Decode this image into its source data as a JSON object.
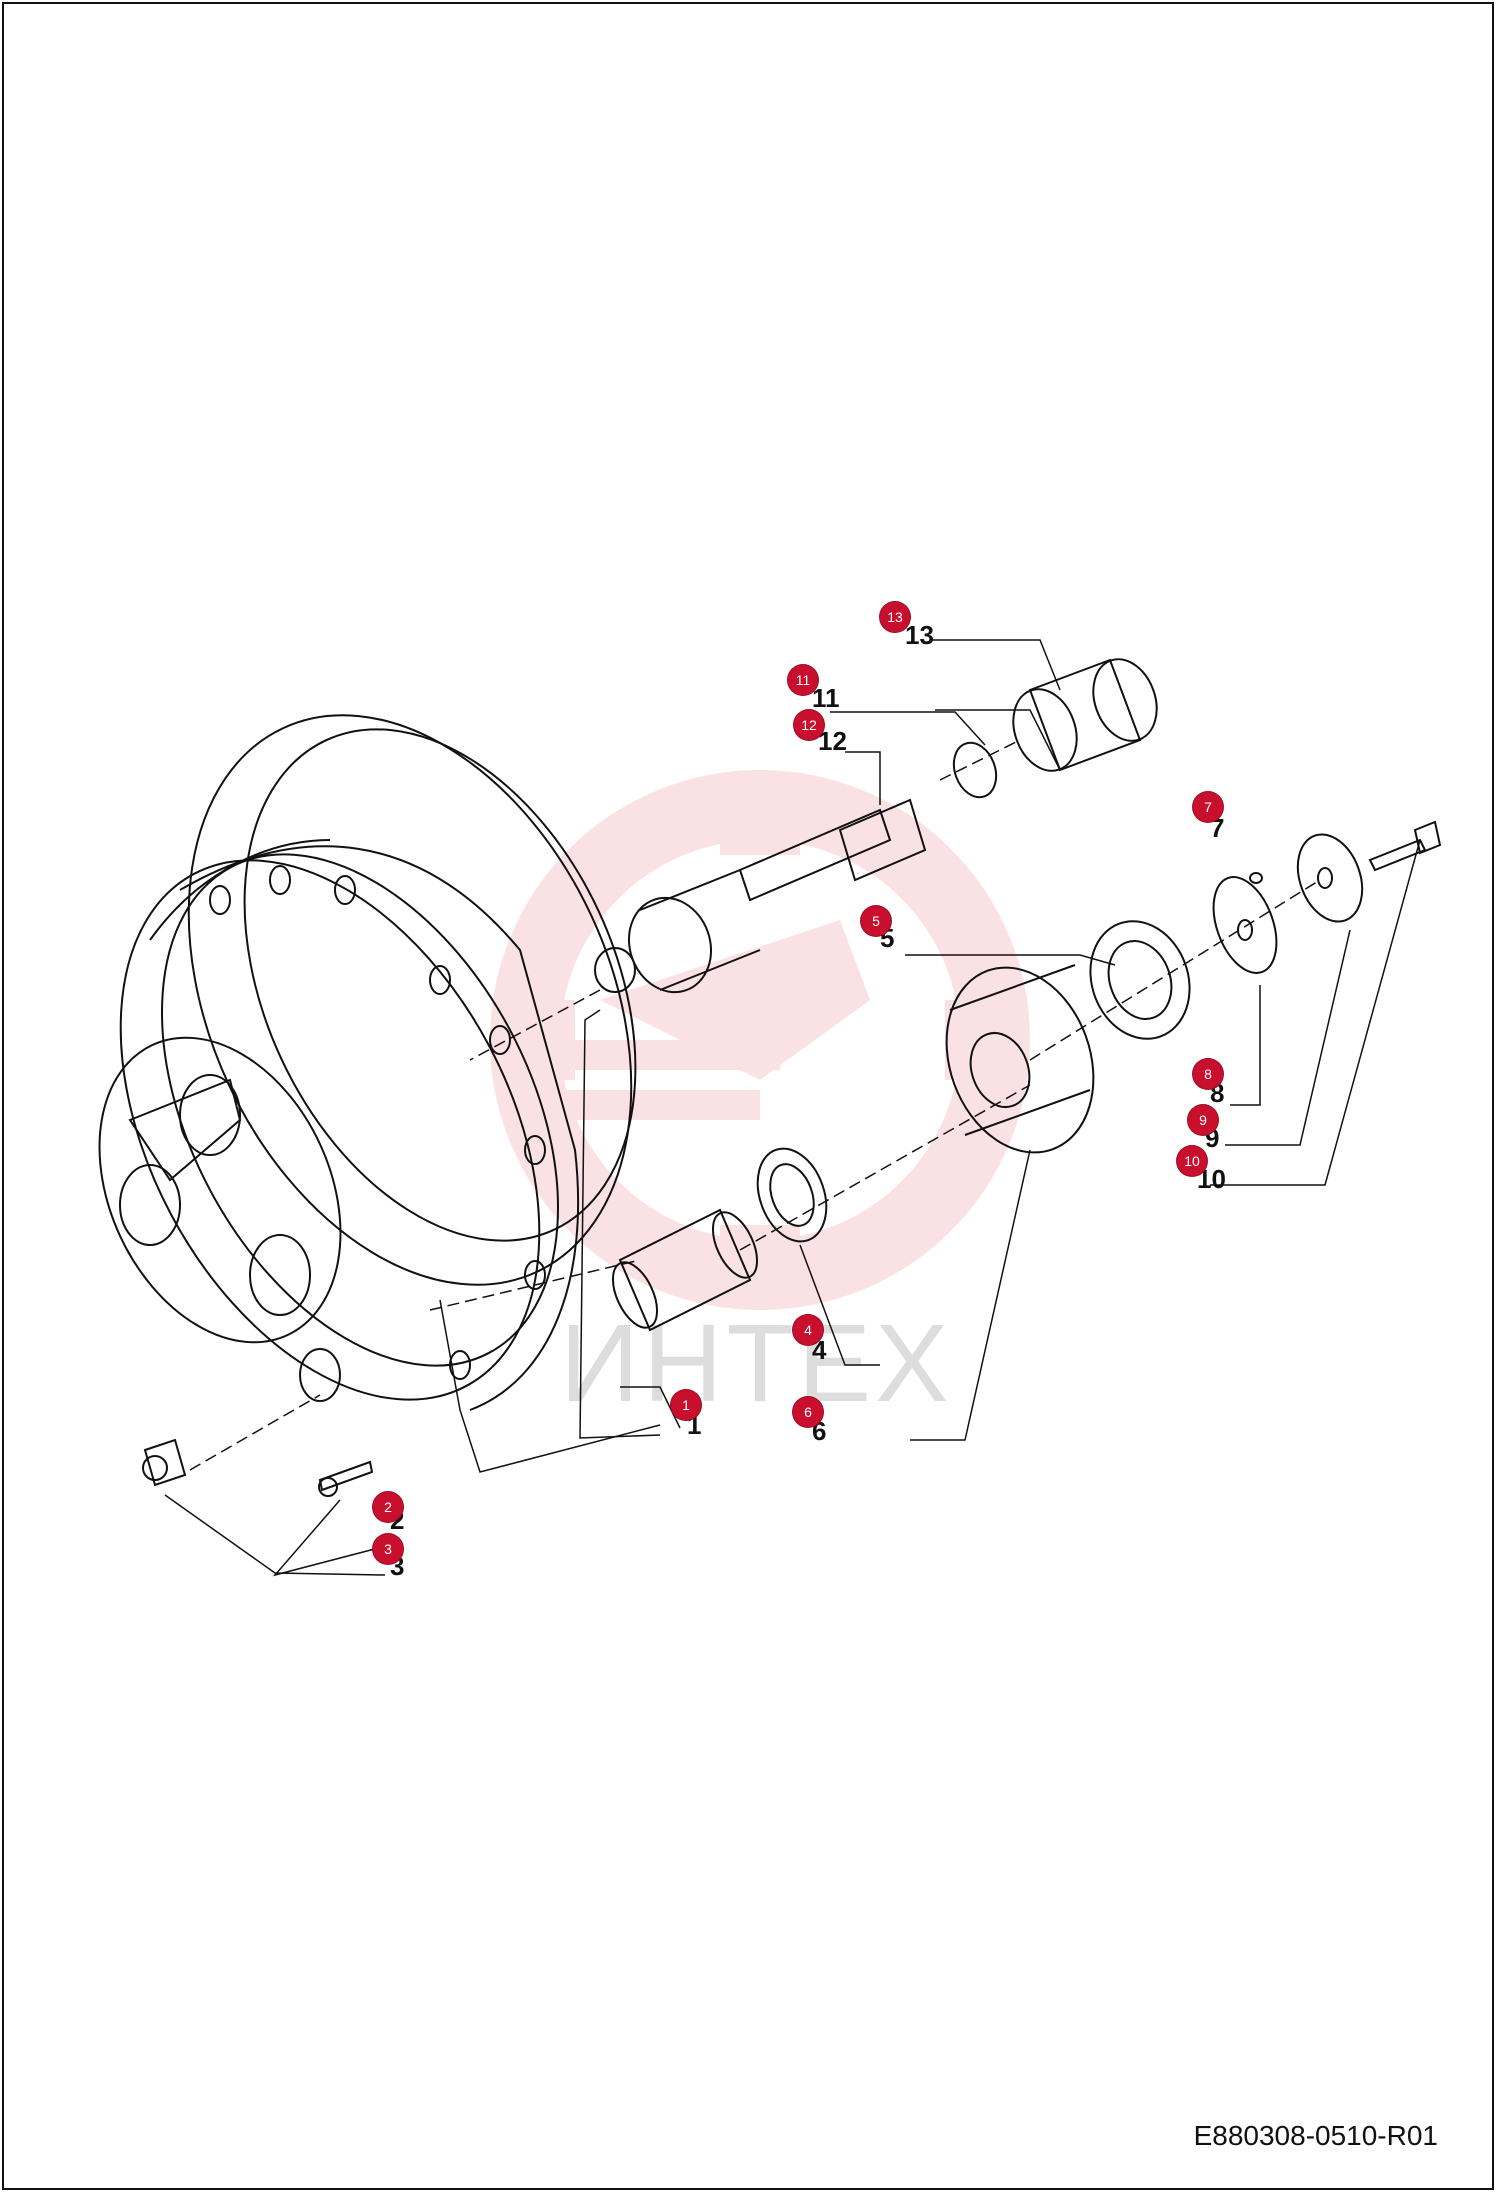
{
  "drawing_code": "E880308-0510-R01",
  "watermark_text": "ИНТЕХ",
  "colors": {
    "badge": "#c8102e",
    "watermark_logo": "#f6c9ce",
    "line": "#111111"
  },
  "badges": [
    "1",
    "2",
    "3",
    "4",
    "5",
    "6",
    "7",
    "8",
    "9",
    "10",
    "11",
    "12",
    "13"
  ],
  "callout_numbers": [
    "1",
    "2",
    "3",
    "4",
    "5",
    "6",
    "7",
    "8",
    "9",
    "10",
    "11",
    "12",
    "13"
  ]
}
